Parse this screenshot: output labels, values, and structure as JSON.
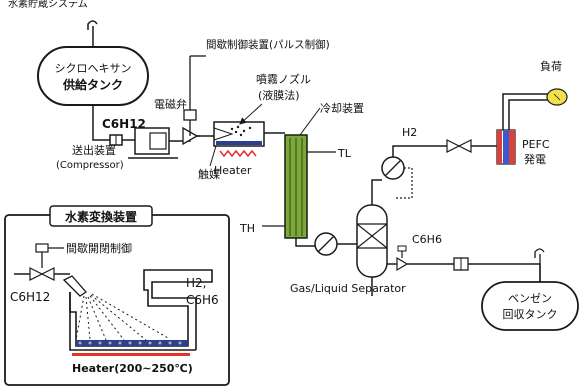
{
  "header_partial": "水素貯蔵システム",
  "labels": {
    "tank_cyclohexane_line1": "シクロヘキサン",
    "tank_cyclohexane_line2": "供給タンク",
    "formula_c6h12_top": "C6H12",
    "compressor_line1": "送出装置",
    "compressor_line2": "(Compressor)",
    "solenoid_valve": "電磁弁",
    "intermittent_control": "間歇制御装置(パルス制御)",
    "spray_nozzle_line1": "噴霧ノズル",
    "spray_nozzle_line2": "(液膜法)",
    "catalyst": "触媒",
    "heater": "Heater",
    "cooling_unit": "冷却装置",
    "t_low": "TL",
    "t_high": "TH",
    "h2_line": "H2",
    "pefc_line1": "PEFC",
    "pefc_line2": "発電",
    "load": "負荷",
    "separator": "Gas/Liquid Separator",
    "c6h6_line": "C6H6",
    "benzene_tank_line1": "ベンゼン",
    "benzene_tank_line2": "回収タンク",
    "inset_title": "水素変換装置",
    "inset_valve_control": "間歇開閉制御",
    "inset_c6h12": "C6H12",
    "inset_h2": "H2,",
    "inset_c6h6": "C6H6",
    "inset_heater": "Heater(200~250℃)"
  },
  "colors": {
    "line": "#1a1a1a",
    "heater_red": "#e2342b",
    "catalyst_blue": "#2f3f8f",
    "cooler_green": "#7da83a",
    "bulb_yellow": "#f2e04a",
    "pefc_blue": "#3a5bd0",
    "pefc_red": "#d9413a"
  }
}
